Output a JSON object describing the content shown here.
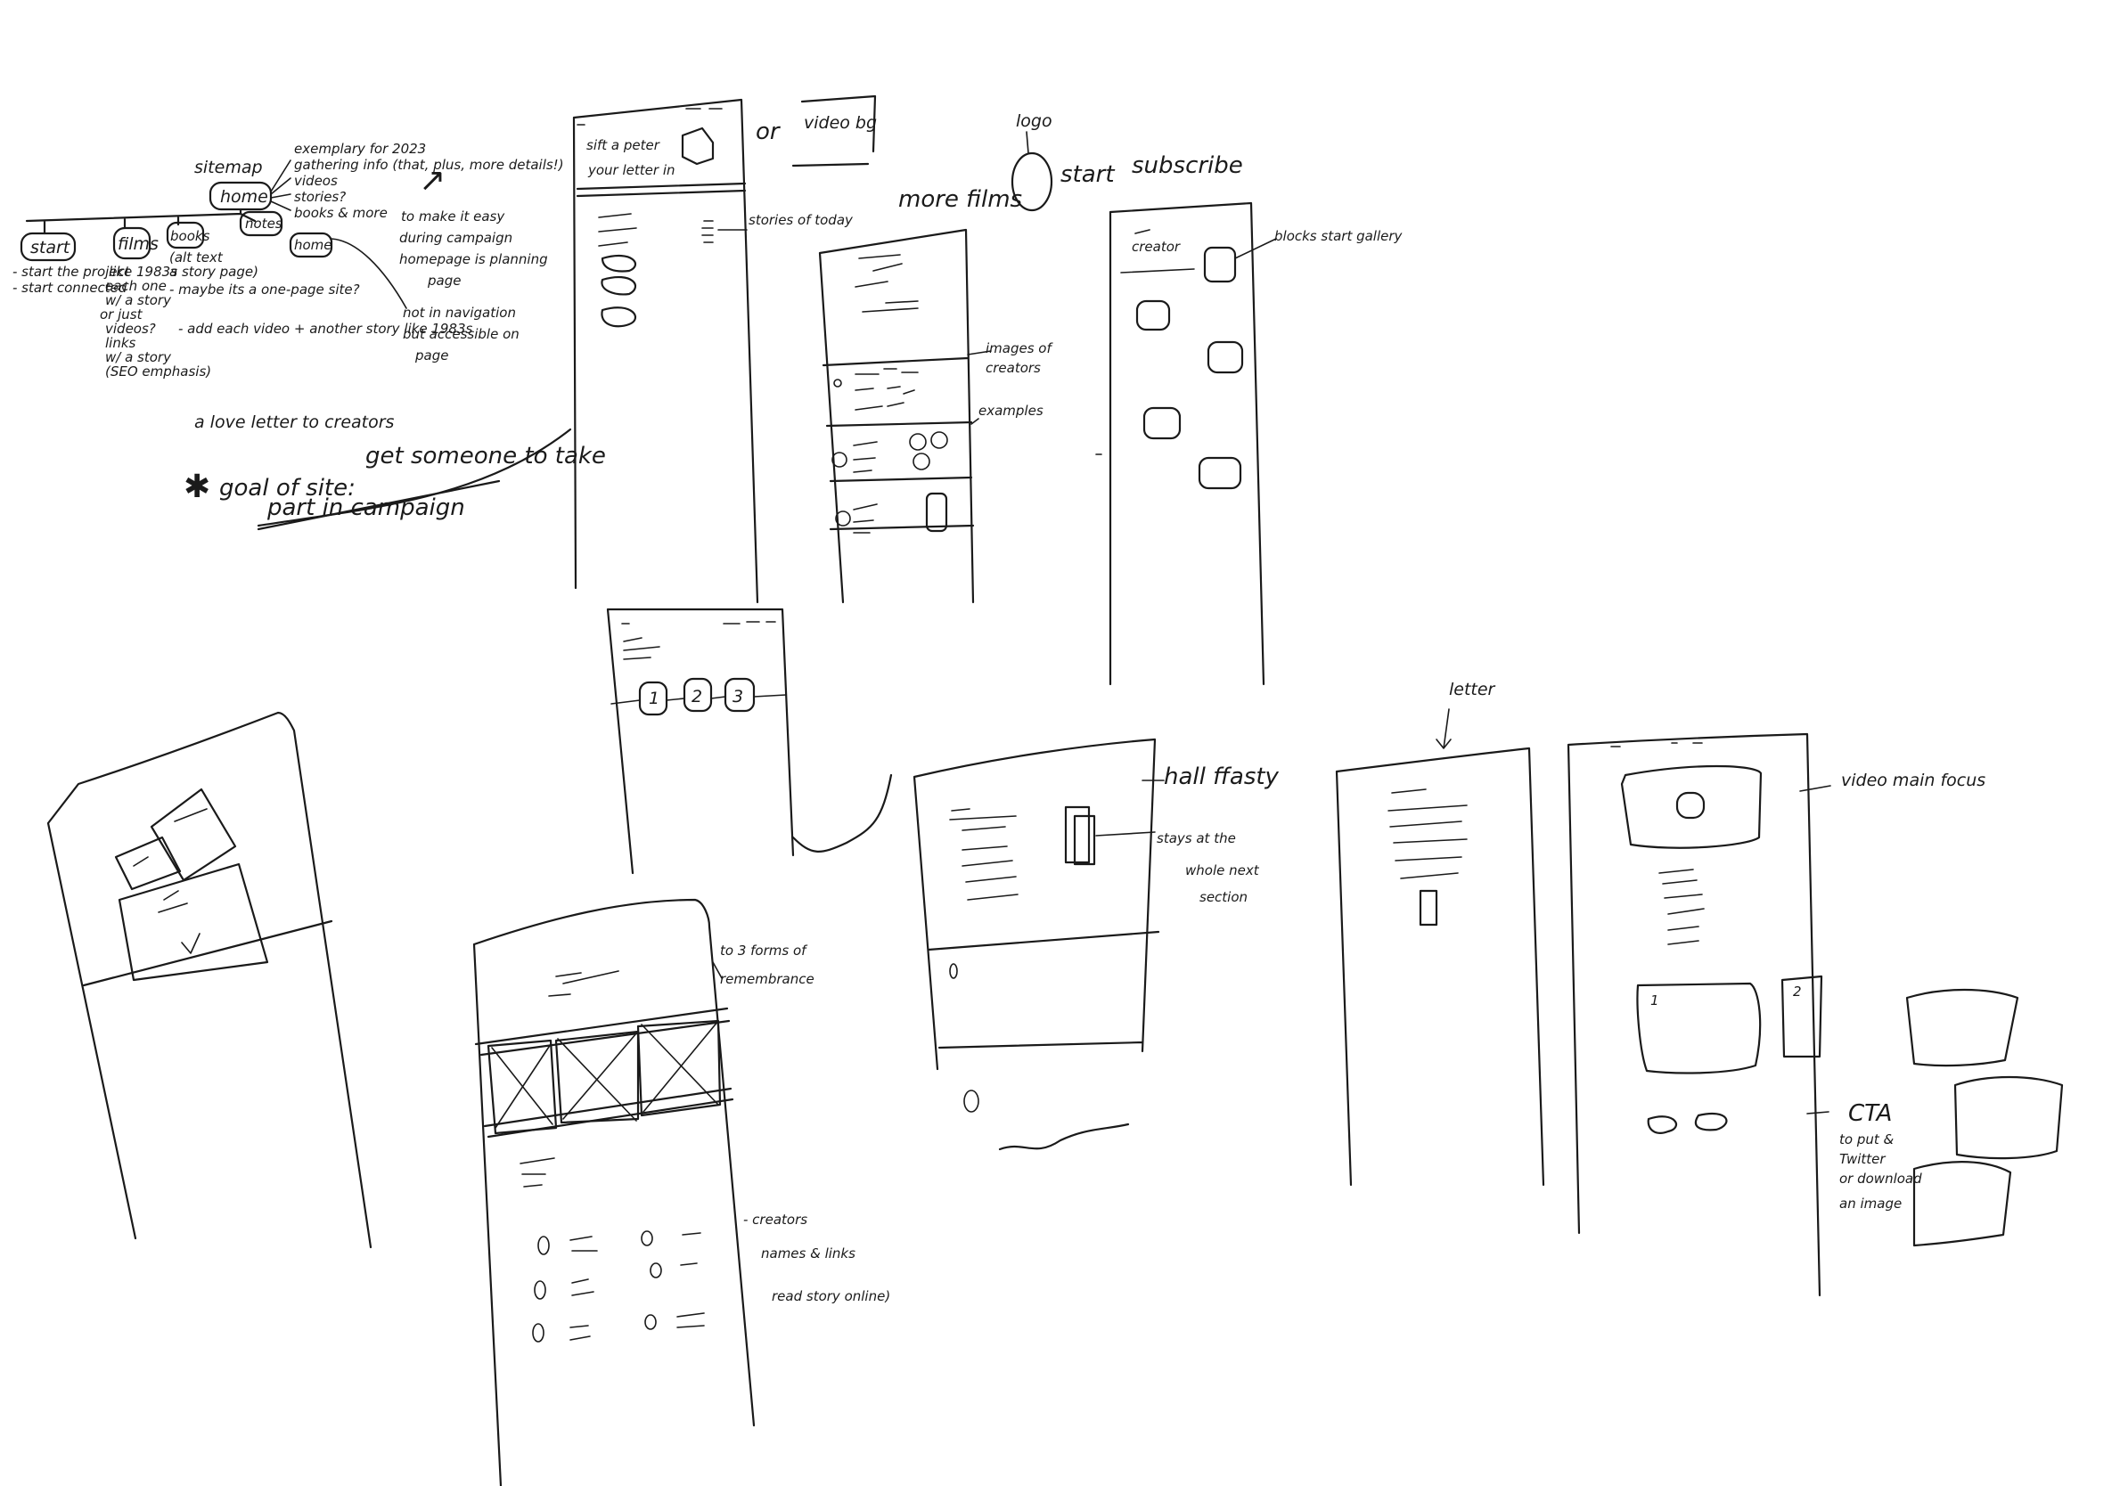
{
  "sitemap": {
    "title": "sitemap",
    "home": "home",
    "start": "start",
    "films": "films",
    "books": "books",
    "notes": "notes",
    "home2": "home",
    "home_notes": [
      "exemplary for 2023",
      "gathering info (that, plus, more details!)",
      "videos",
      "stories?",
      "books & more"
    ],
    "start_notes": [
      "- start the project",
      "- start connected"
    ],
    "films_notes": [
      "like 1983s",
      "each one",
      "w/ a story",
      "or just",
      "videos?",
      "links",
      "w/ a story",
      "(SEO emphasis)"
    ],
    "books_notes": [
      "(alt text",
      "a story page)",
      "- maybe its a one-page site?"
    ],
    "add_note": "- add each video + another story like 1983s",
    "right_notes": [
      "to make it easy",
      "during campaign",
      "homepage is planning",
      "page"
    ],
    "bottom_right_notes": [
      "not in navigation",
      "but accessible on",
      "page"
    ],
    "love_letter": "a love letter to creators",
    "goal_label": "goal of site:",
    "goal_line1": "get someone to take",
    "goal_line2": "part in campaign"
  },
  "wireframe_a": {
    "header_text": [
      "sift a peter",
      "your letter in"
    ],
    "or_label": "or",
    "video_label": "video bg",
    "stories_note": "stories of today"
  },
  "logo_note": {
    "logo": "logo",
    "more_films": "more films",
    "start": "start",
    "subscribe": "subscribe"
  },
  "wireframe_b": {
    "images_note": [
      "images of",
      "creators"
    ],
    "examples_note": "examples"
  },
  "wireframe_c": {
    "header": "creator",
    "note": "blocks start gallery"
  },
  "wireframe_e": {
    "note_title": "hall ffasty",
    "note_sub": [
      "stays at the",
      "whole next",
      "section"
    ]
  },
  "wireframe_f": {
    "note": "letter"
  },
  "wireframe_g": {
    "note": "video main focus",
    "box1": "1",
    "box2": "2",
    "cta_note": [
      "CTA",
      "to put &",
      "Twitter",
      "or download",
      "an image"
    ]
  },
  "wireframe_h": {
    "note": [
      "to 3 forms of",
      "remembrance"
    ],
    "creators_note": [
      "- creators",
      "names & links",
      "read story online)"
    ]
  },
  "wireframe_d": {
    "steps": [
      "1",
      "2",
      "3"
    ]
  }
}
